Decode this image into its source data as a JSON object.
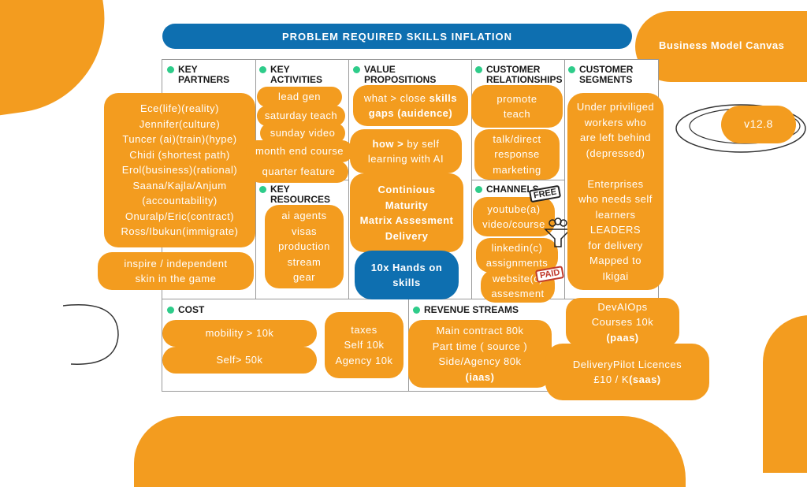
{
  "banner": "PROBLEM REQUIRED SKILLS INFLATION",
  "canvas_title": "Business Model Canvas",
  "version": "v12.8",
  "headers": {
    "key_partners": [
      "KEY",
      "PARTNERS"
    ],
    "key_activities": [
      "KEY",
      "ACTIVITIES"
    ],
    "value_propositions": [
      "VALUE",
      "PROPOSITIONS"
    ],
    "customer_relationships": [
      "CUSTOMER",
      "RELATIONSHIPS"
    ],
    "customer_segments": [
      "CUSTOMER",
      "SEGMENTS"
    ],
    "key_resources": [
      "KEY",
      "RESOURCES"
    ],
    "channels": [
      "CHANNELS"
    ],
    "cost": [
      "COST"
    ],
    "revenue_streams": [
      "REVENUE STREAMS"
    ]
  },
  "key_partners": [
    "Ece(life)(reality)",
    "Jennifer(culture)",
    "Tuncer (ai)(train)(hype)",
    "Chidi (shortest path)",
    "Erol(business)(rational)",
    "Saana/Kajla/Anjum",
    "(accountability)",
    "Onuralp/Eric(contract)",
    "Ross/Ibukun(immigrate)"
  ],
  "partners_extra": [
    "inspire / independent",
    "skin in the game"
  ],
  "key_activities": [
    "lead gen",
    "saturday teach",
    "sunday video",
    "month end course",
    "quarter feature"
  ],
  "key_resources": [
    "ai agents",
    "visas",
    "production",
    "stream",
    "gear"
  ],
  "value_props": {
    "p1_prefix": "what > close ",
    "p1_bold_a": "skills",
    "p1_bold_b": "gaps (auidence)",
    "p2_prefix": "how > ",
    "p2_rest": "by self",
    "p2_line2": "learning with AI",
    "p3": [
      "Continious",
      "Maturity",
      "Matrix Assesment",
      "Delivery"
    ],
    "p4": [
      "10x Hands on",
      "skills"
    ]
  },
  "customer_relationships": {
    "r1": [
      "promote",
      "teach"
    ],
    "r2": [
      "talk/direct",
      "response",
      "marketing"
    ]
  },
  "channels": {
    "c1": [
      "youtube(a)",
      "video/course"
    ],
    "c2": [
      "linkedin(c)",
      "assignments"
    ],
    "c3": [
      "website(c)",
      "assesment"
    ],
    "stamp_free": "FREE",
    "stamp_paid": "PAID"
  },
  "customer_segments": [
    "Under priviliged",
    "workers who",
    "are left behind",
    "(depressed)",
    "",
    "Enterprises",
    "who needs self",
    "learners",
    "LEADERS",
    "for delivery",
    "Mapped to",
    "Ikigai"
  ],
  "cost": {
    "c1": "mobility > 10k",
    "c2": "Self> 50k",
    "c3": [
      "taxes",
      "Self 10k",
      "Agency 10k"
    ]
  },
  "revenue": {
    "r1": [
      "Main contract 80k",
      "Part time ( source )",
      "Side/Agency 80k"
    ],
    "r1_bold": "(iaas)",
    "r2": [
      "DevAIOps",
      "Courses 10k"
    ],
    "r2_bold": "(paas)",
    "r3": "DeliveryPilot Licences",
    "r3_line2_prefix": "£10 / K",
    "r3_bold": "(saas)"
  },
  "colors": {
    "orange": "#f39c1f",
    "blue": "#0e6fb0",
    "dot": "#2ecc8a"
  }
}
